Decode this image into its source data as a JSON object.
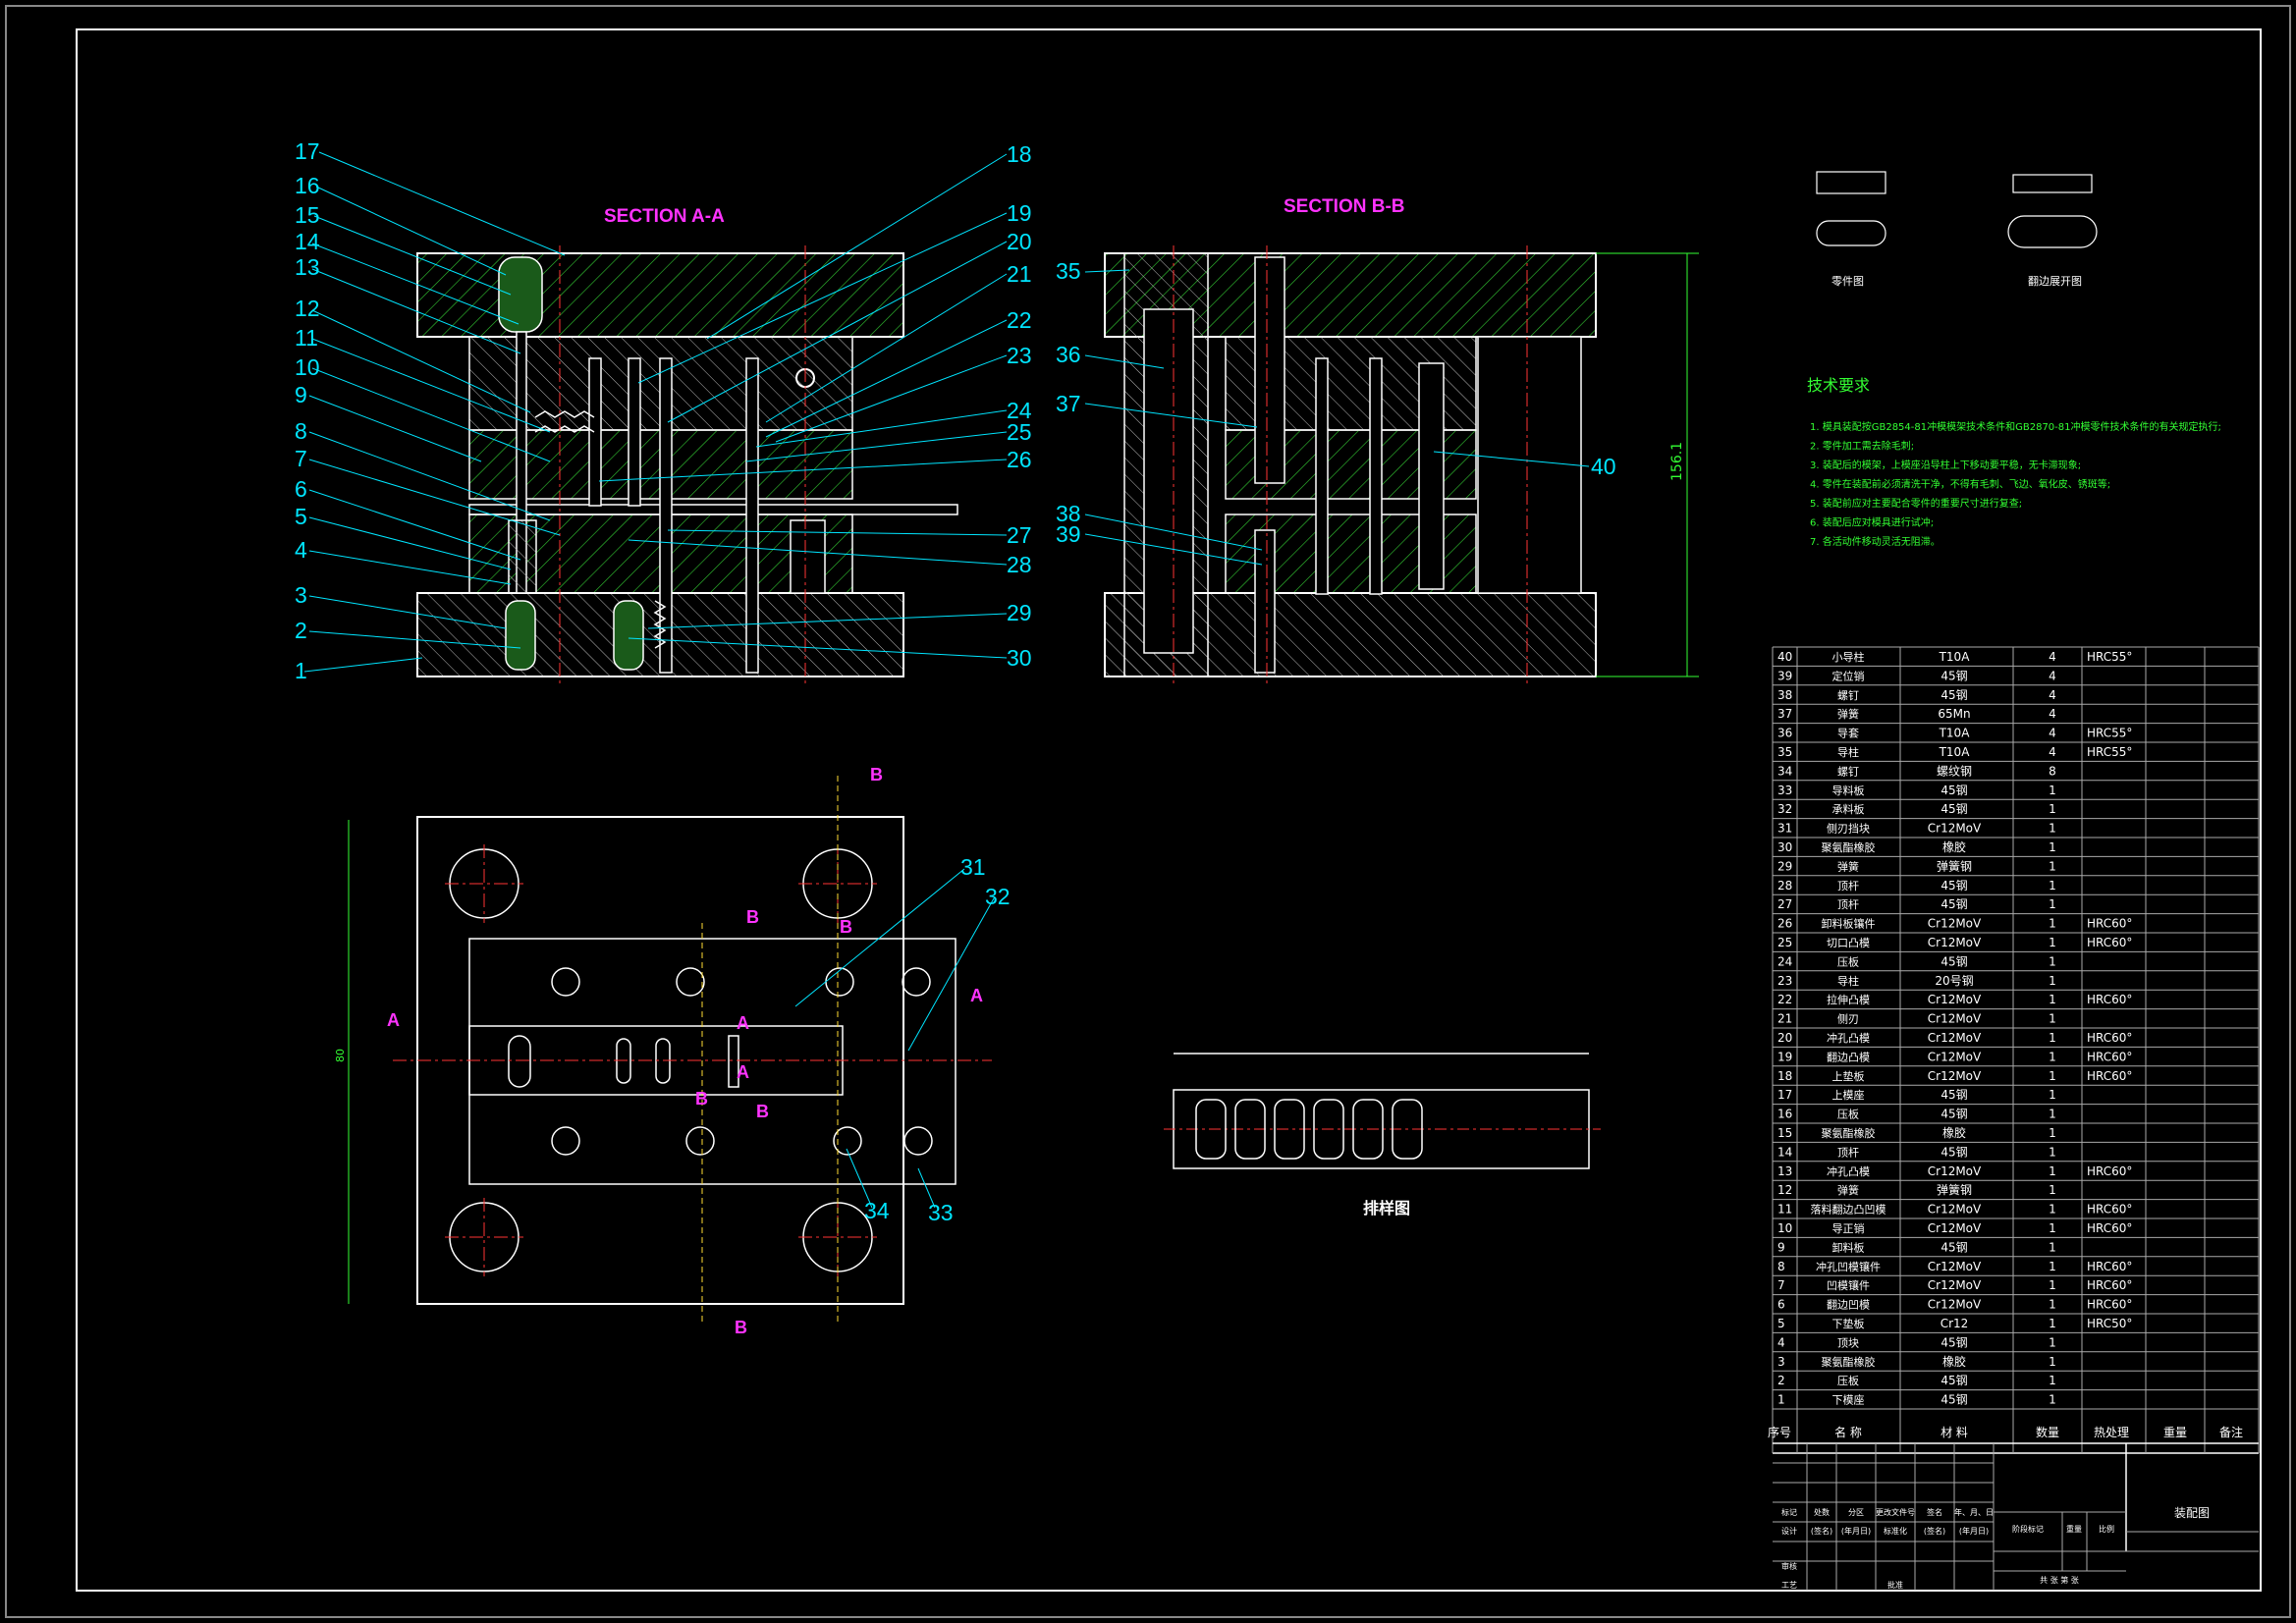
{
  "section_aa": {
    "title": "SECTION A-A",
    "left_labels": [
      "17",
      "16",
      "15",
      "14",
      "13",
      "12",
      "11",
      "10",
      "9",
      "8",
      "7",
      "6",
      "5",
      "4",
      "3",
      "2",
      "1"
    ],
    "right_labels": [
      "18",
      "19",
      "20",
      "21",
      "22",
      "23",
      "24",
      "25",
      "26",
      "27",
      "28",
      "29",
      "30"
    ]
  },
  "section_bb": {
    "title": "SECTION B-B",
    "left_labels": [
      "35",
      "36",
      "37",
      "38",
      "39"
    ],
    "right_label": "40",
    "dimension": "156.1"
  },
  "plan_view": {
    "labels": [
      "31",
      "32",
      "34",
      "33"
    ],
    "cut_letters": {
      "a": "A",
      "b": "B"
    },
    "side_dimension": "80"
  },
  "strip_layout": {
    "title": "排样图"
  },
  "part_views": {
    "part": "零件图",
    "blank": "翻边展开图"
  },
  "tech": {
    "heading": "技术要求",
    "items": [
      "1. 模具装配按GB2854-81冲模模架技术条件和GB2870-81冲模零件技术条件的有关规定执行;",
      "2. 零件加工需去除毛刺;",
      "3. 装配后的模架，上模座沿导柱上下移动要平稳，无卡滞现象;",
      "4. 零件在装配前必须清洗干净，不得有毛刺、飞边、氧化皮、锈斑等;",
      "5. 装配前应对主要配合零件的重要尺寸进行复查;",
      "6. 装配后应对模具进行试冲;",
      "7. 各活动件移动灵活无阻滞。"
    ]
  },
  "bom": {
    "rows": [
      [
        "40",
        "小导柱",
        "T10A",
        "4",
        "HRC55°"
      ],
      [
        "39",
        "定位销",
        "45钢",
        "4",
        ""
      ],
      [
        "38",
        "螺钉",
        "45钢",
        "4",
        ""
      ],
      [
        "37",
        "弹簧",
        "65Mn",
        "4",
        ""
      ],
      [
        "36",
        "导套",
        "T10A",
        "4",
        "HRC55°"
      ],
      [
        "35",
        "导柱",
        "T10A",
        "4",
        "HRC55°"
      ],
      [
        "34",
        "螺钉",
        "螺纹钢",
        "8",
        ""
      ],
      [
        "33",
        "导料板",
        "45钢",
        "1",
        ""
      ],
      [
        "32",
        "承料板",
        "45钢",
        "1",
        ""
      ],
      [
        "31",
        "侧刃挡块",
        "Cr12MoV",
        "1",
        ""
      ],
      [
        "30",
        "聚氨酯橡胶",
        "橡胶",
        "1",
        ""
      ],
      [
        "29",
        "弹簧",
        "弹簧钢",
        "1",
        ""
      ],
      [
        "28",
        "顶杆",
        "45钢",
        "1",
        ""
      ],
      [
        "27",
        "顶杆",
        "45钢",
        "1",
        ""
      ],
      [
        "26",
        "卸料板镶件",
        "Cr12MoV",
        "1",
        "HRC60°"
      ],
      [
        "25",
        "切口凸模",
        "Cr12MoV",
        "1",
        "HRC60°"
      ],
      [
        "24",
        "压板",
        "45钢",
        "1",
        ""
      ],
      [
        "23",
        "导柱",
        "20号钢",
        "1",
        ""
      ],
      [
        "22",
        "拉伸凸模",
        "Cr12MoV",
        "1",
        "HRC60°"
      ],
      [
        "21",
        "侧刃",
        "Cr12MoV",
        "1",
        ""
      ],
      [
        "20",
        "冲孔凸模",
        "Cr12MoV",
        "1",
        "HRC60°"
      ],
      [
        "19",
        "翻边凸模",
        "Cr12MoV",
        "1",
        "HRC60°"
      ],
      [
        "18",
        "上垫板",
        "Cr12MoV",
        "1",
        "HRC60°"
      ],
      [
        "17",
        "上模座",
        "45钢",
        "1",
        ""
      ],
      [
        "16",
        "压板",
        "45钢",
        "1",
        ""
      ],
      [
        "15",
        "聚氨酯橡胶",
        "橡胶",
        "1",
        ""
      ],
      [
        "14",
        "顶杆",
        "45钢",
        "1",
        ""
      ],
      [
        "13",
        "冲孔凸模",
        "Cr12MoV",
        "1",
        "HRC60°"
      ],
      [
        "12",
        "弹簧",
        "弹簧钢",
        "1",
        ""
      ],
      [
        "11",
        "落料翻边凸凹模",
        "Cr12MoV",
        "1",
        "HRC60°"
      ],
      [
        "10",
        "导正销",
        "Cr12MoV",
        "1",
        "HRC60°"
      ],
      [
        "9",
        "卸料板",
        "45钢",
        "1",
        ""
      ],
      [
        "8",
        "冲孔凹模镶件",
        "Cr12MoV",
        "1",
        "HRC60°"
      ],
      [
        "7",
        "凹模镶件",
        "Cr12MoV",
        "1",
        "HRC60°"
      ],
      [
        "6",
        "翻边凹模",
        "Cr12MoV",
        "1",
        "HRC60°"
      ],
      [
        "5",
        "下垫板",
        "Cr12",
        "1",
        "HRC50°"
      ],
      [
        "4",
        "顶块",
        "45钢",
        "1",
        ""
      ],
      [
        "3",
        "聚氨酯橡胶",
        "橡胶",
        "1",
        ""
      ],
      [
        "2",
        "压板",
        "45钢",
        "1",
        ""
      ],
      [
        "1",
        "下模座",
        "45钢",
        "1",
        ""
      ]
    ],
    "header": [
      "序号",
      "名 称",
      "材 料",
      "数量",
      "热处理",
      "重量",
      "备注"
    ]
  },
  "title_block": {
    "drawing_name": "装配图",
    "sign_row": [
      "标记",
      "处数",
      "分区",
      "更改文件号",
      "签名",
      "年、月、日"
    ],
    "design": [
      "设计",
      "(签名)",
      "(年月日)",
      "标准化",
      "(签名)",
      "(年月日)"
    ],
    "stage": [
      "阶段标记",
      "重量",
      "比例"
    ],
    "check": "审核",
    "process": "工艺",
    "approve": "批准",
    "sheets": "共 张 第 张"
  },
  "colors": {
    "background": "#000000",
    "outline": "#ffffff",
    "label": "#00e5ff",
    "section_title": "#ff33ff",
    "hatch": "#33cc33",
    "center": "#ff3333",
    "green_text": "#33ff33",
    "table_text": "#ffffff",
    "gray_line": "#aaaaaa",
    "yellow": "#ffdd33"
  }
}
